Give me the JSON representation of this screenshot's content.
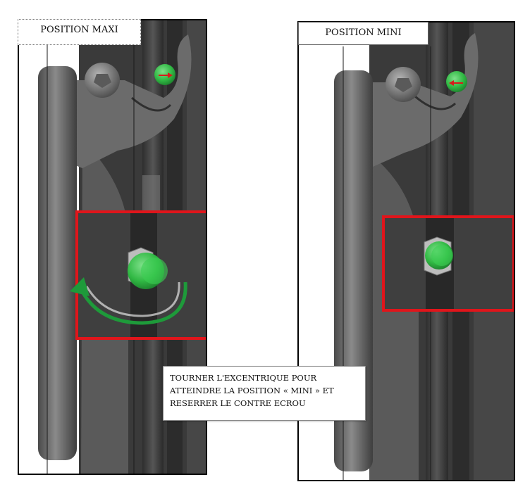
{
  "panels": {
    "maxi": {
      "label": "POSITION MAXI"
    },
    "mini": {
      "label": "POSITION MINI"
    }
  },
  "instruction": {
    "lines": [
      "TOURNER L'EXCENTRIQUE POUR",
      "ATTEINDRE LA POSITION « MINI » ET",
      "RESERRER LE CONTRE ECROU"
    ]
  },
  "colors": {
    "highlight_frame": "#e0151b",
    "marker_green": "#2fbf45",
    "arrow_green": "#1e9a3a",
    "arrow_red": "#d81b1b",
    "metal_dark": "#3b3b3b",
    "metal_mid": "#5e5e5e"
  },
  "icons": {
    "rotation_arrow": "curved-rotation-arrow-icon",
    "direction_arrow": "left-right-arrow-icon"
  }
}
